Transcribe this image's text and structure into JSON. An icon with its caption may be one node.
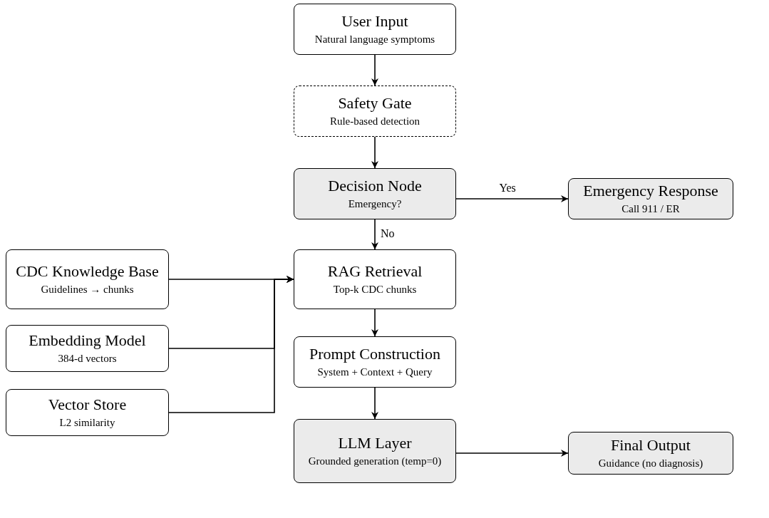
{
  "diagram": {
    "nodes": [
      {
        "text": [
          "User Input",
          "Natural language symptoms"
        ]
      },
      {
        "text": [
          "Safety Gate",
          "Rule-based detection"
        ]
      },
      {
        "text": [
          "Decision Node",
          "Emergency?"
        ]
      },
      {
        "text": [
          "Emergency Response",
          "Call 911 / ER"
        ]
      },
      {
        "text": [
          "RAG Retrieval",
          "Top-k CDC chunks"
        ]
      },
      {
        "text": [
          "Prompt Construction",
          "System + Context + Query"
        ]
      },
      {
        "text": [
          "LLM Layer",
          "Grounded generation (temp=0)"
        ]
      },
      {
        "text": [
          "Final Output",
          "Guidance (no diagnosis)"
        ]
      },
      {
        "text": [
          "CDC Knowledge Base",
          "Guidelines → chunks"
        ]
      },
      {
        "text": [
          "Embedding Model",
          "384-d vectors"
        ]
      },
      {
        "text": [
          "Vector Store",
          "L2 similarity"
        ]
      }
    ],
    "edges": [
      {
        "from": 0,
        "to": 1,
        "arrow": "to"
      },
      {
        "from": 1,
        "to": 2,
        "arrow": "to"
      },
      {
        "from": 2,
        "to": 3,
        "arrow": "to",
        "label": "Yes"
      },
      {
        "from": 2,
        "to": 4,
        "arrow": "to",
        "label": "No"
      },
      {
        "from": 8,
        "to": 4,
        "arrow": "to"
      },
      {
        "from": 9,
        "to": 4,
        "arrow": "to"
      },
      {
        "from": 10,
        "to": 4,
        "arrow": "to"
      },
      {
        "from": 4,
        "to": 5,
        "arrow": "to"
      },
      {
        "from": 5,
        "to": 6,
        "arrow": "to"
      },
      {
        "from": 6,
        "to": 7,
        "arrow": "to"
      }
    ]
  }
}
